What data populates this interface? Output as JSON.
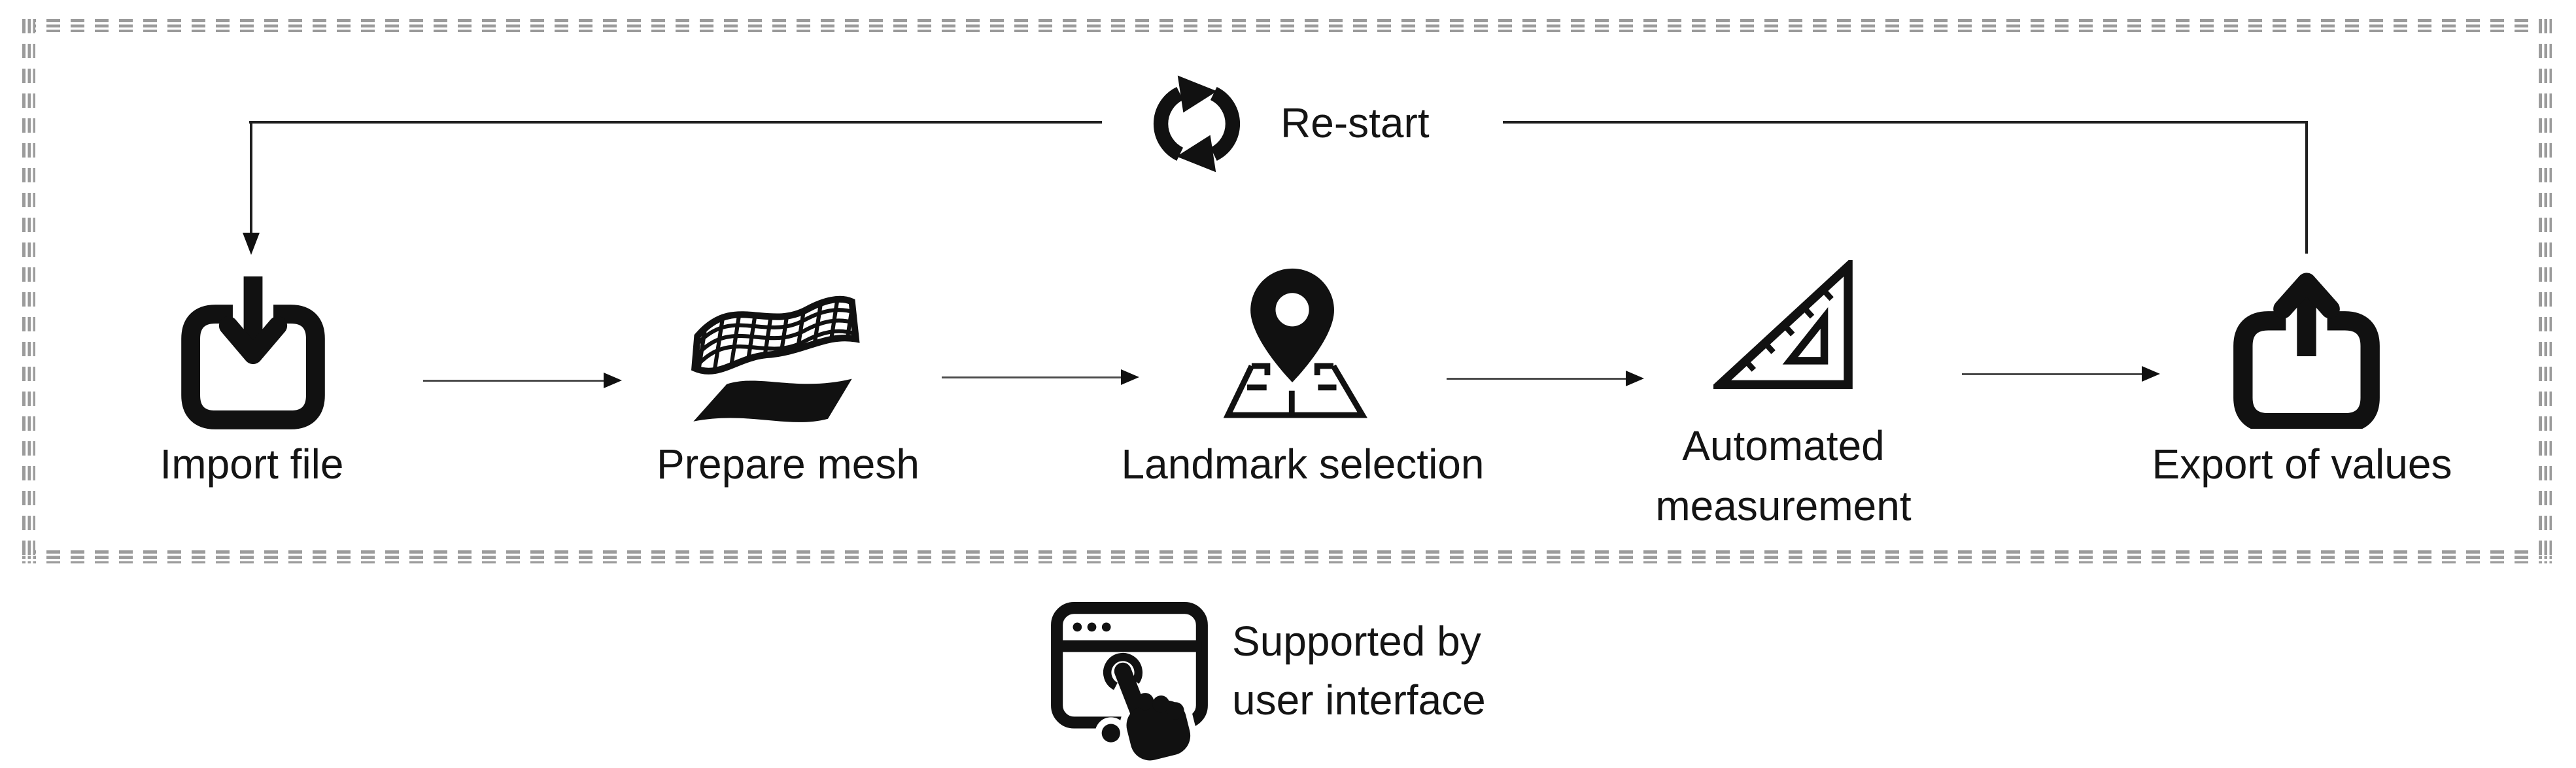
{
  "diagram": {
    "restart": {
      "label": "Re-start",
      "icon": "refresh-cycle-icon"
    },
    "steps": [
      {
        "id": "import-file",
        "label": "Import file",
        "icon": "import-file-icon"
      },
      {
        "id": "prepare-mesh",
        "label": "Prepare mesh",
        "icon": "mesh-surface-icon"
      },
      {
        "id": "landmark-selection",
        "label": "Landmark selection",
        "icon": "map-pin-icon"
      },
      {
        "id": "automated-measurement",
        "label": "Automated measurement",
        "icon": "set-square-ruler-icon"
      },
      {
        "id": "export-values",
        "label": "Export of values",
        "icon": "export-file-icon"
      }
    ],
    "legend": {
      "line1": "Supported by",
      "line2": "user interface",
      "icon": "browser-tap-icon"
    },
    "colors": {
      "icon_black": "#111111",
      "text": "#141414",
      "border_gray": "#9b9b9b",
      "flow_line": "#4a4a4a",
      "loop_line": "#1f1f1f",
      "background": "#ffffff"
    }
  }
}
